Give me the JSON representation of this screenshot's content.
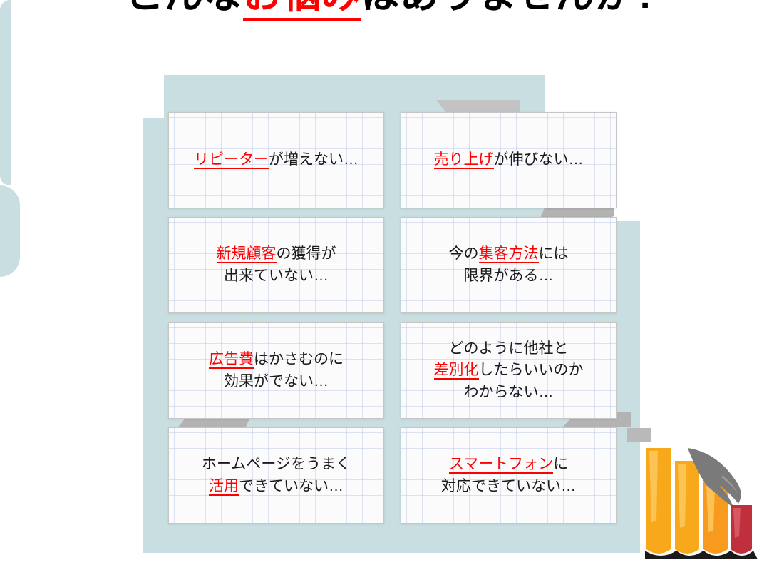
{
  "page": {
    "background_color": "#ffffff",
    "panel_color": "#c9dee1",
    "accent_color": "#ff0000",
    "text_color": "#1a1a1a"
  },
  "header": {
    "title_before": "こんな",
    "title_accent": "お悩み",
    "title_after": "はありませんか?"
  },
  "cards": [
    {
      "id": "card-repeater",
      "lines": [
        {
          "highlight": "リピーター",
          "rest": "が増えない…"
        }
      ]
    },
    {
      "id": "card-sales",
      "lines": [
        {
          "highlight": "売り上げ",
          "rest": "が伸びない…"
        }
      ]
    },
    {
      "id": "card-new-customers",
      "lines": [
        {
          "highlight": "新規顧客",
          "rest": "の獲得が"
        },
        {
          "highlight": "",
          "rest": "出来ていない…"
        }
      ]
    },
    {
      "id": "card-attraction-method",
      "lines": [
        {
          "pre": "今の",
          "highlight": "集客方法",
          "rest": "には"
        },
        {
          "highlight": "",
          "rest": "限界がある…"
        }
      ]
    },
    {
      "id": "card-ad-cost",
      "lines": [
        {
          "highlight": "広告費",
          "rest": "はかさむのに"
        },
        {
          "highlight": "",
          "rest": "効果がでない…"
        }
      ]
    },
    {
      "id": "card-differentiation",
      "lines": [
        {
          "highlight": "",
          "rest": "どのように他社と"
        },
        {
          "highlight": "差別化",
          "rest": "したらいいのか"
        },
        {
          "highlight": "",
          "rest": "わからない…"
        }
      ]
    },
    {
      "id": "card-homepage",
      "lines": [
        {
          "highlight": "",
          "rest": "ホームページをうまく"
        },
        {
          "highlight": "活用",
          "rest": "できていない…"
        }
      ]
    },
    {
      "id": "card-smartphone",
      "lines": [
        {
          "highlight": "スマートフォン",
          "rest": "に"
        },
        {
          "highlight": "",
          "rest": "対応できていない…"
        }
      ]
    }
  ],
  "illustration": {
    "name": "painted-bar-chart-illustration",
    "bar_colors": [
      "#f7a81b",
      "#f79a1e",
      "#f7a81b",
      "#c0303c"
    ],
    "accent_color": "#7a7a7a"
  }
}
